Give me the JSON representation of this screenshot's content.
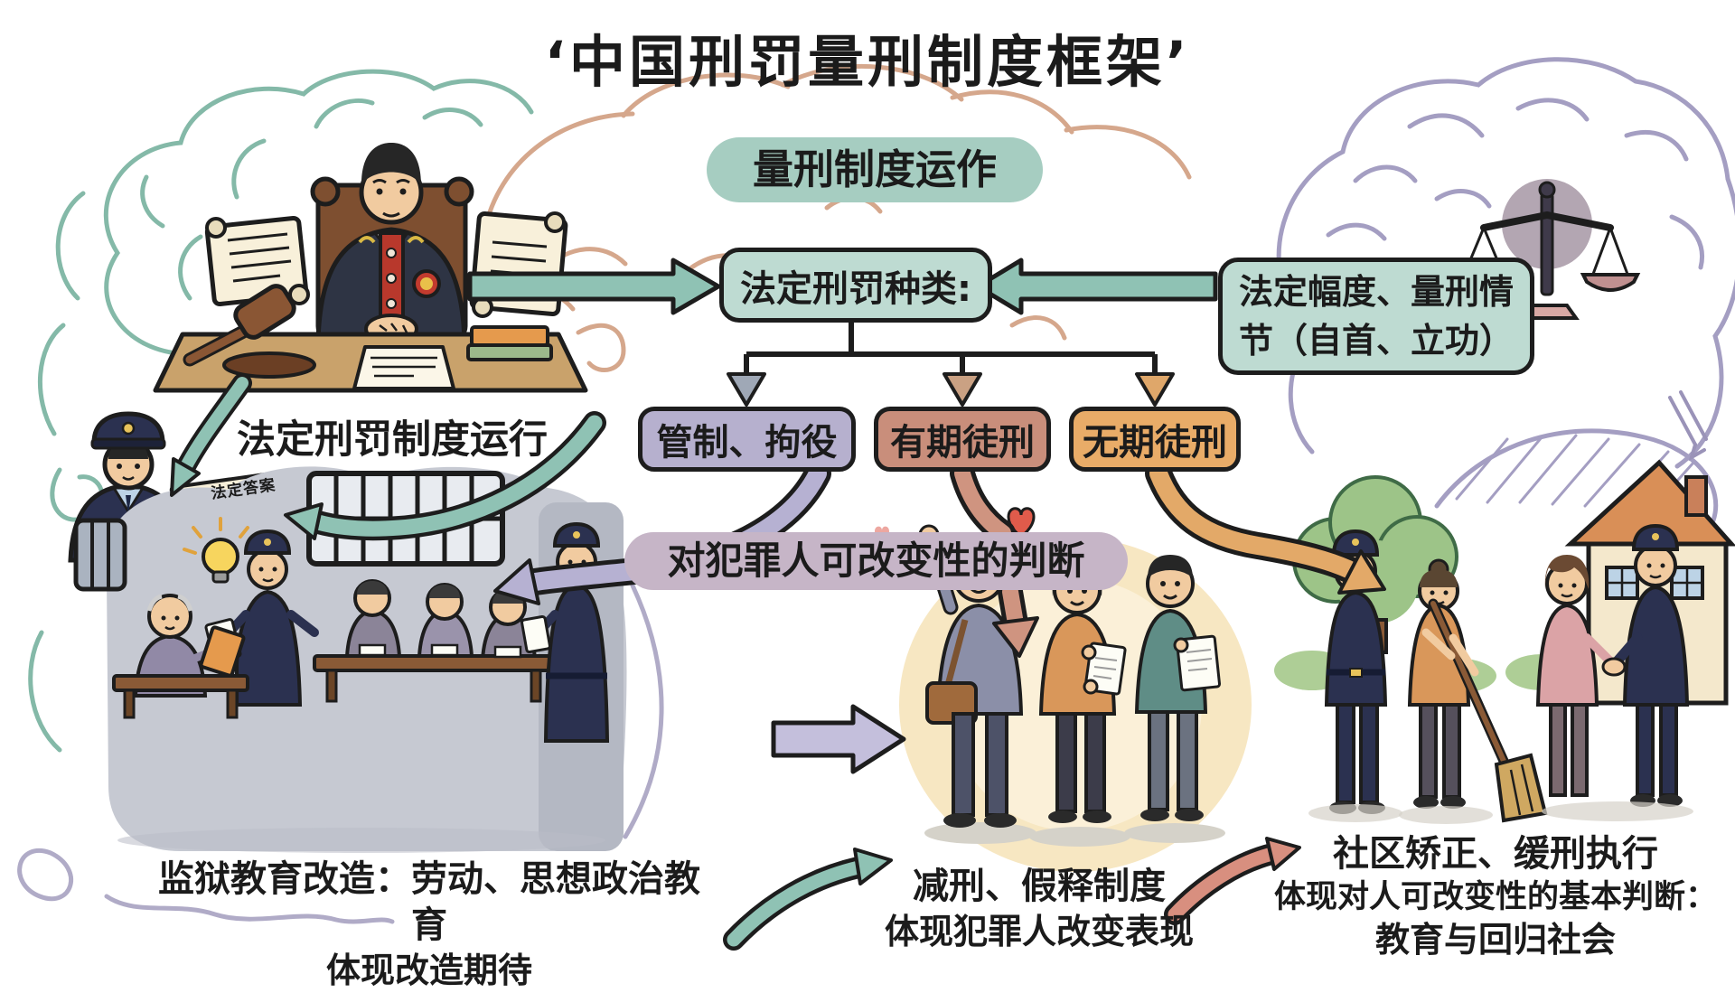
{
  "title": "‘中国刑罚量刑制度框架’",
  "flow": {
    "operation_badge": "量刑制度运作",
    "central_box": "法定刑罚种类:",
    "statutory_range_box": {
      "line1": "法定幅度、量刑情",
      "line2": "节（自首、立功）"
    },
    "left_label": "法定刑罚制度运行",
    "punishments": [
      {
        "label": "管制、拘役",
        "color": "#b6b0ce"
      },
      {
        "label": "有期徒刑",
        "color": "#c98e7b"
      },
      {
        "label": "无期徒刑",
        "color": "#e9ac68"
      }
    ],
    "judgment_pill": "对犯罪人可改变性的判断"
  },
  "illustrations": {
    "document_header": "法定答案"
  },
  "captions": {
    "prison": {
      "line1": "监狱教育改造：劳动、思想政治教育",
      "line2": "体现改造期待"
    },
    "release": {
      "line1": "减刑、假释制度",
      "line2": "体现犯罪人改变表现"
    },
    "community": {
      "line1": "社区矫正、缓刑执行",
      "line2": "体现对人可改变性的基本判断：",
      "line3": "教育与回归社会"
    }
  },
  "colors": {
    "teal_fill": "#bedbd2",
    "teal_badge": "#a6cdc1",
    "teal_arrow": "#8fc2b4",
    "lavender": "#b6b0ce",
    "salmon": "#c98e7b",
    "orange": "#e9ac68",
    "mauve_pill": "#c6b5c7",
    "purple_arrow": "#b6b1d2",
    "ink": "#1d1d1d"
  }
}
